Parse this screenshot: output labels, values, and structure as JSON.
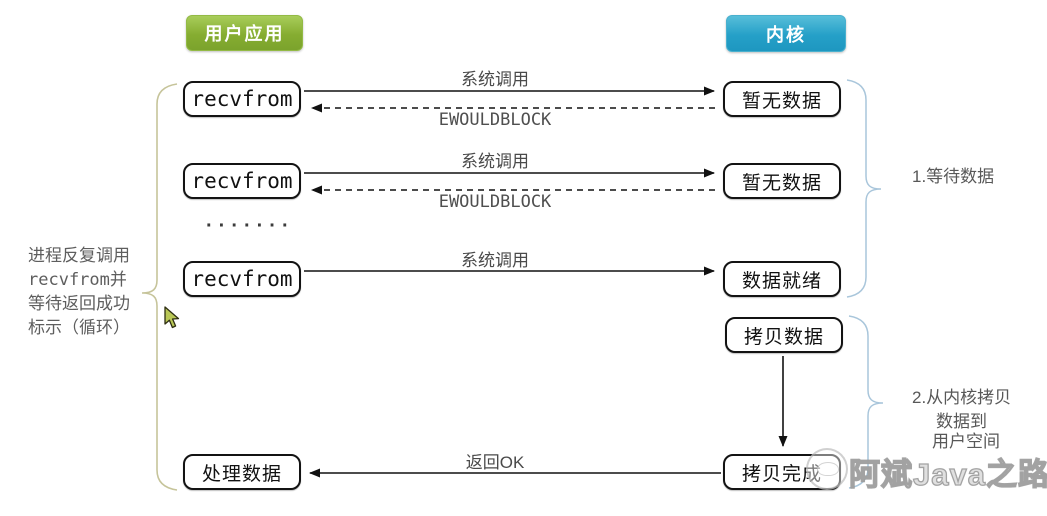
{
  "headers": {
    "user_app": "用户应用",
    "kernel": "内核"
  },
  "boxes": {
    "recvfrom1": "recvfrom",
    "recvfrom2": "recvfrom",
    "recvfrom3": "recvfrom",
    "no_data1": "暂无数据",
    "no_data2": "暂无数据",
    "data_ready": "数据就绪",
    "copy_data": "拷贝数据",
    "copy_done": "拷贝完成",
    "process_data": "处理数据"
  },
  "arrow_labels": {
    "syscall1": "系统调用",
    "ewouldblock1": "EWOULDBLOCK",
    "syscall2": "系统调用",
    "ewouldblock2": "EWOULDBLOCK",
    "syscall3": "系统调用",
    "return_ok": "返回OK"
  },
  "ellipsis": "·······",
  "left_note": {
    "lines": [
      "进程反复调用",
      "recvfrom并",
      "等待返回成功",
      "标示（循环）"
    ]
  },
  "right_annotations": {
    "phase1": "1.等待数据",
    "phase2_lines": [
      "2.从内核拷贝",
      "数据到",
      "用户空间"
    ]
  },
  "watermark": {
    "text": "阿斌Java之路"
  },
  "colors": {
    "user_header": "#8cb943",
    "kernel_header": "#29a3cc",
    "brace_left": "#c6c49a",
    "brace_right": "#a9c6db",
    "box_border": "#131313",
    "label_text": "#4a4a4a",
    "note_text": "#5e5e5e"
  }
}
